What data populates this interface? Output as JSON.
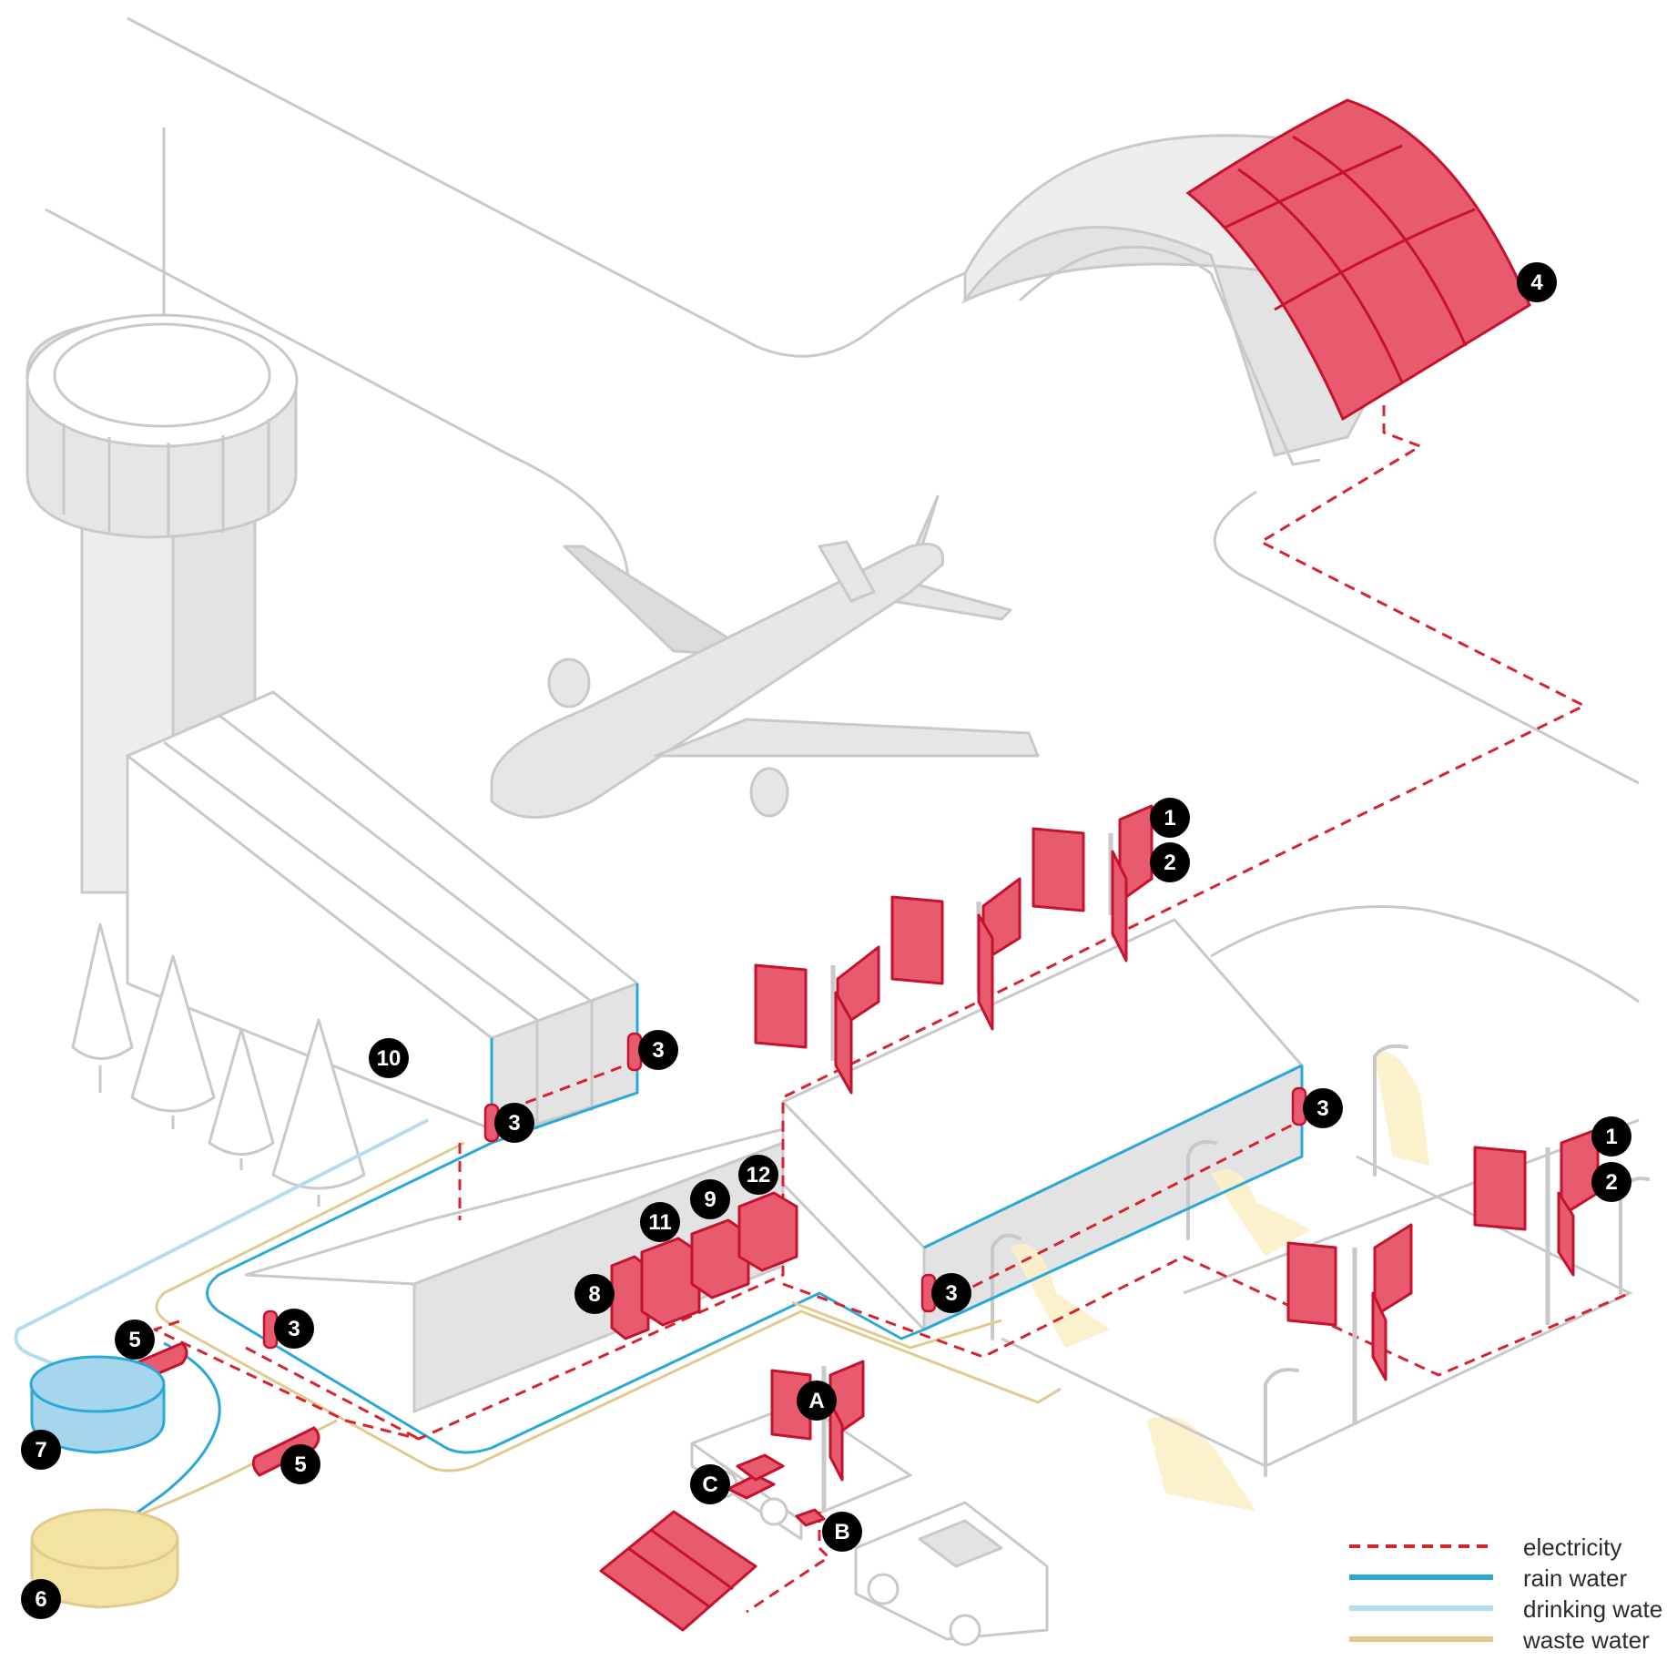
{
  "colors": {
    "outline": "#c9c9c9",
    "building_shade": "#e3e3e3",
    "equipment_red": "#e85a6e",
    "equipment_stroke": "#c4122f",
    "electricity": "#d7232e",
    "rain_water": "#2aa9d9",
    "drinking_water": "#b5dcef",
    "waste_water": "#e2c98f",
    "tank_blue": "#a6d6ee",
    "tank_yellow": "#f3e3a1",
    "lamp_glow": "#fbf0c6",
    "marker_fill": "#000000",
    "marker_text": "#ffffff"
  },
  "markers": {
    "turbine_top_1": "1",
    "turbine_top_2": "2",
    "turbine_right_1": "1",
    "turbine_right_2": "2",
    "hangar_4": "4",
    "collector_upper_right": "3",
    "collector_upper_left": "3",
    "collector_hall_right": "3",
    "collector_hall_front": "3",
    "collector_lower_left": "3",
    "pump_upper": "5",
    "pump_lower": "5",
    "waste_tank_6": "6",
    "rain_tank_7": "7",
    "cabinet_8": "8",
    "cabinet_9": "9",
    "cabinet_10": "10",
    "cabinet_11": "11",
    "cabinet_12": "12",
    "mobile_a": "A",
    "mobile_b": "B",
    "mobile_c": "C"
  },
  "legend": {
    "electricity": "electricity",
    "rain_water": "rain water",
    "drinking_water": "drinking wate",
    "waste_water": "waste water"
  }
}
